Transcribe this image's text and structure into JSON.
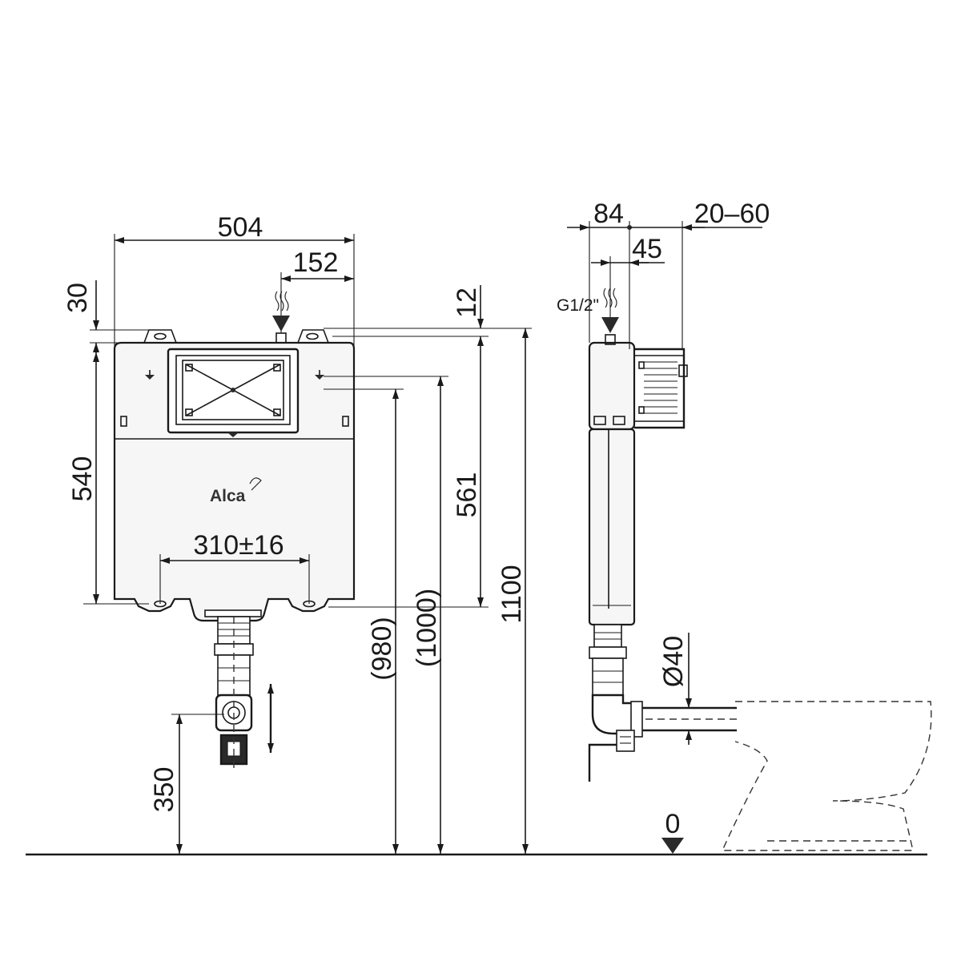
{
  "front_view": {
    "width": "504",
    "offset_right": "152",
    "top_bracket": "30",
    "tank_height": "540",
    "bracket_spacing": "310±16",
    "outlet_height": "350",
    "logo": "Alca"
  },
  "heights": {
    "h980": "(980)",
    "h1000": "(1000)",
    "h561": "561",
    "h12": "12",
    "h1100": "1100"
  },
  "side_view": {
    "depth": "84",
    "wall_gap": "20–60",
    "inlet_offset": "45",
    "inlet_thread": "G1/2\"",
    "drain_diameter": "Ø40",
    "floor_level": "0"
  }
}
